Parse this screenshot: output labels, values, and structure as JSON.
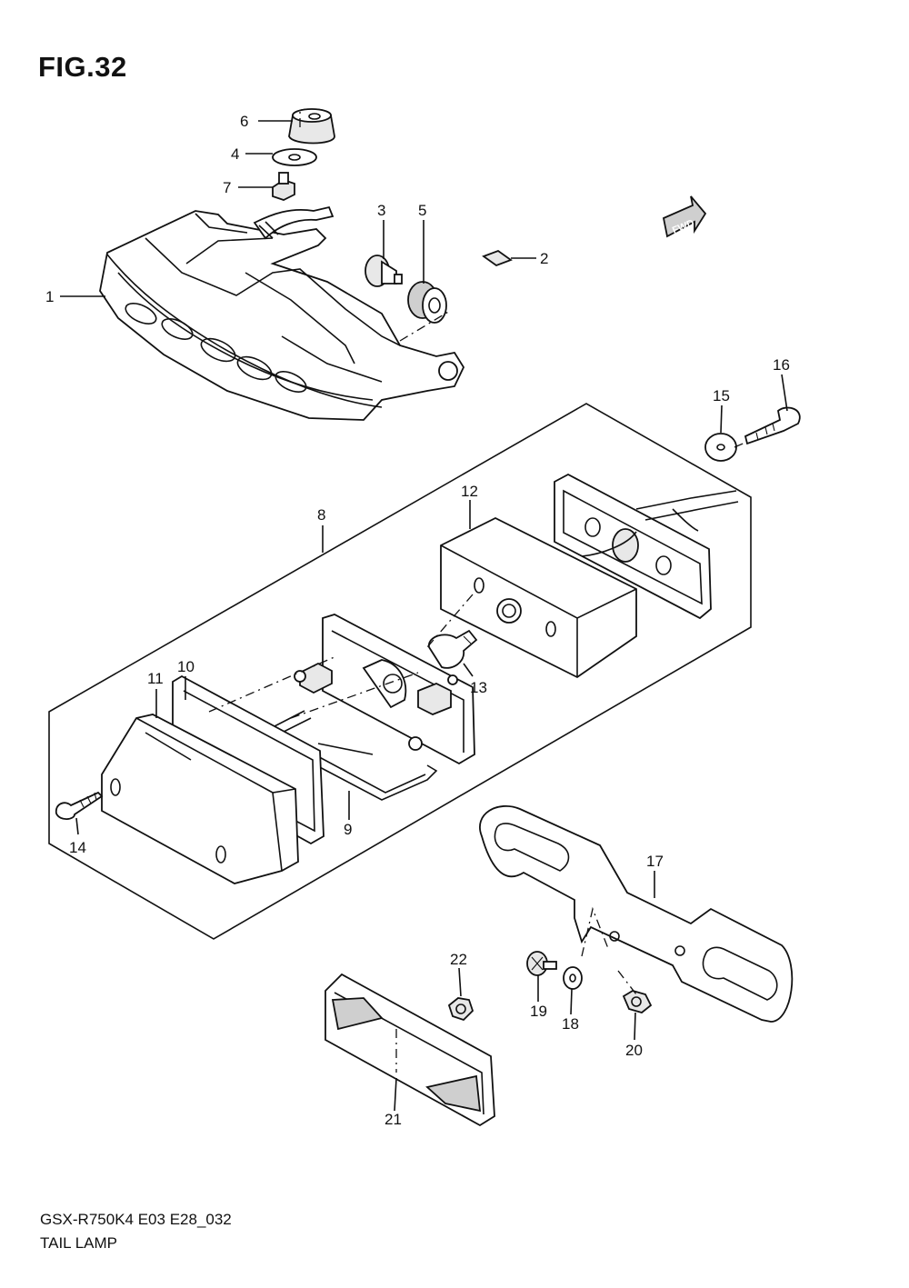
{
  "figure": {
    "title": "FIG.32",
    "model_code": "GSX-R750K4 E03 E28_032",
    "name": "TAIL LAMP"
  },
  "fwd_badge": {
    "label": "FWD"
  },
  "callouts": [
    "1",
    "2",
    "3",
    "4",
    "5",
    "6",
    "7",
    "8",
    "9",
    "10",
    "11",
    "12",
    "13",
    "14",
    "15",
    "16",
    "17",
    "18",
    "19",
    "20",
    "21",
    "22"
  ]
}
